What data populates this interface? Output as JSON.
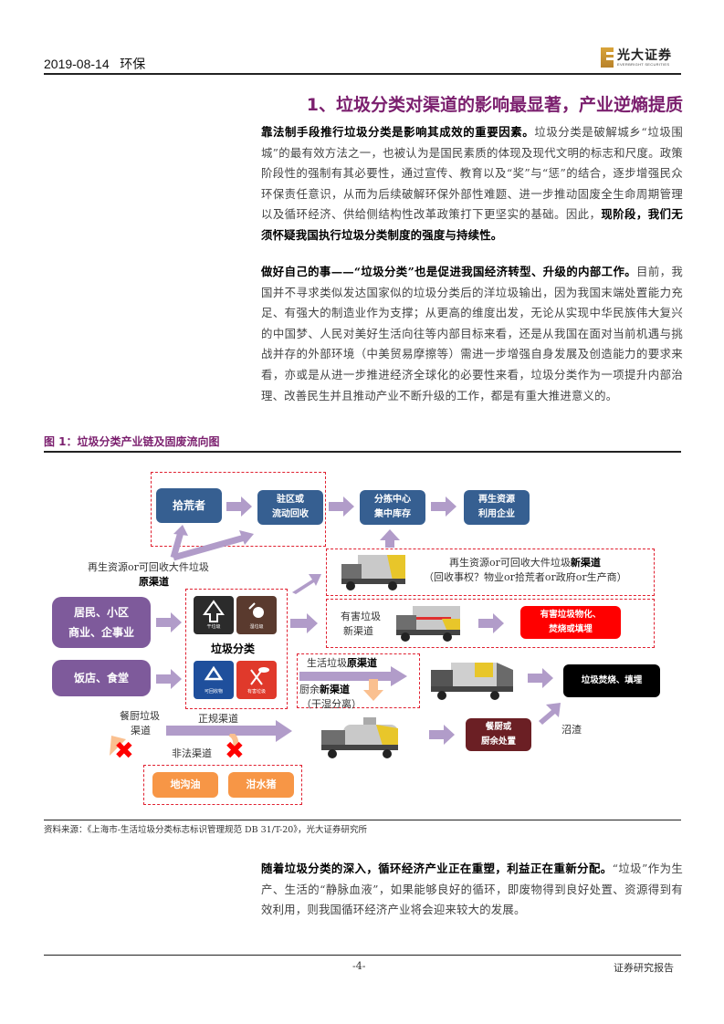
{
  "header": {
    "date": "2019-08-14",
    "category": "环保",
    "logo_cn": "光大证券",
    "logo_en": "EVERBRIGHT SECURITIES"
  },
  "section": {
    "title": "1、垃圾分类对渠道的影响最显著，产业逆熵提质"
  },
  "paragraphs": [
    {
      "lead": "靠法制手段推行垃圾分类是影响其成效的重要因素。",
      "body": "垃圾分类是破解城乡“垃圾围城”的最有效方法之一，也被认为是国民素质的体现及现代文明的标志和尺度。政策阶段性的强制有其必要性，通过宣传、教育以及“奖”与“惩”的结合，逐步增强民众环保责任意识，从而为后续破解环保外部性难题、进一步推动固废全生命周期管理以及循环经济、供给侧结构性改革政策打下更坚实的基础。因此，",
      "tail": "现阶段，我们无须怀疑我国执行垃圾分类制度的强度与持续性。"
    },
    {
      "lead": "做好自己的事——“垃圾分类”也是促进我国经济转型、升级的内部工作。",
      "body": "目前，我国并不寻求类似发达国家似的垃圾分类后的洋垃圾输出，因为我国末端处置能力充足、有强大的制造业作为支撑；从更高的维度出发，无论从实现中华民族伟大复兴的中国梦、人民对美好生活向往等内部目标来看，还是从我国在面对当前机遇与挑战并存的外部环境（中美贸易摩擦等）需进一步增强自身发展及创造能力的要求来看，亦或是从进一步推进经济全球化的必要性来看，垃圾分类作为一项提升内部治理、改善民生并且推动产业不断升级的工作，都是有重大推进意义的。"
    },
    {
      "lead": "随着垃圾分类的深入，循环经济产业正在重塑，利益正在重新分配。",
      "body": "“垃圾”作为生产、生活的“静脉血液”，如果能够良好的循环，即废物得到良好处置、资源得到有效利用，则我国循环经济产业将会迎来较大的发展。"
    }
  ],
  "figure": {
    "title": "图 1：垃圾分类产业链及固废流向图",
    "source": "资料来源：《上海市-生活垃圾分类标志标识管理规范  DB 31/T-20》，光大证券研究所",
    "boxes": {
      "scavenger": "拾荒者",
      "community_recycle": "驻区或\n流动回收",
      "sorting_center": "分拣中心\n集中库存",
      "recycling_enterprise": "再生资源\n利用企业",
      "residents": "居民、小区\n商业、企事业",
      "restaurants": "饭店、食堂",
      "hazardous_treatment": "有害垃圾物化、\n焚烧或填埋",
      "incineration": "垃圾焚烧、填埋",
      "kitchen_treatment": "餐厨或\n厨余处置",
      "gutter_oil": "地沟油",
      "swill_pig": "泔水猪"
    },
    "labels": {
      "recycle_old_1": "再生资源or可回收大件垃圾",
      "recycle_old_2": "原渠道",
      "classification": "垃圾分类",
      "recycle_new_1a": "再生资源or可回收大件垃圾",
      "recycle_new_1b": "新渠道",
      "recycle_new_2": "（回收事权？物业or拾荒者or政府or生产商）",
      "hazard_new_1": "有害垃圾",
      "hazard_new_2": "新渠道",
      "domestic_old_a": "生活垃圾",
      "domestic_old_b": "原渠道",
      "kitchen_new_a": "厨余",
      "kitchen_new_b": "新渠道",
      "kitchen_new_2": "（干湿分离）",
      "catering_1": "餐厨垃圾",
      "catering_2": "渠道",
      "formal_channel": "正规渠道",
      "illegal_channel": "非法渠道",
      "biogas_residue": "沼渣"
    },
    "bins": [
      {
        "cn": "干垃圾",
        "en": "RESIDUAL WASTE",
        "color": "#2b2b2b",
        "icon": "dry-waste-icon"
      },
      {
        "cn": "湿垃圾",
        "en": "HOUSEHOLD FOOD WASTE",
        "color": "#5a3a2e",
        "icon": "wet-waste-icon"
      },
      {
        "cn": "可回收物",
        "en": "RECYCLABLE WASTE",
        "color": "#1f4f9c",
        "icon": "recycle-icon"
      },
      {
        "cn": "有害垃圾",
        "en": "HAZARDOUS WASTE",
        "color": "#e0392b",
        "icon": "hazardous-icon"
      }
    ]
  },
  "footer": {
    "page": "-4-",
    "right": "证券研究报告"
  }
}
